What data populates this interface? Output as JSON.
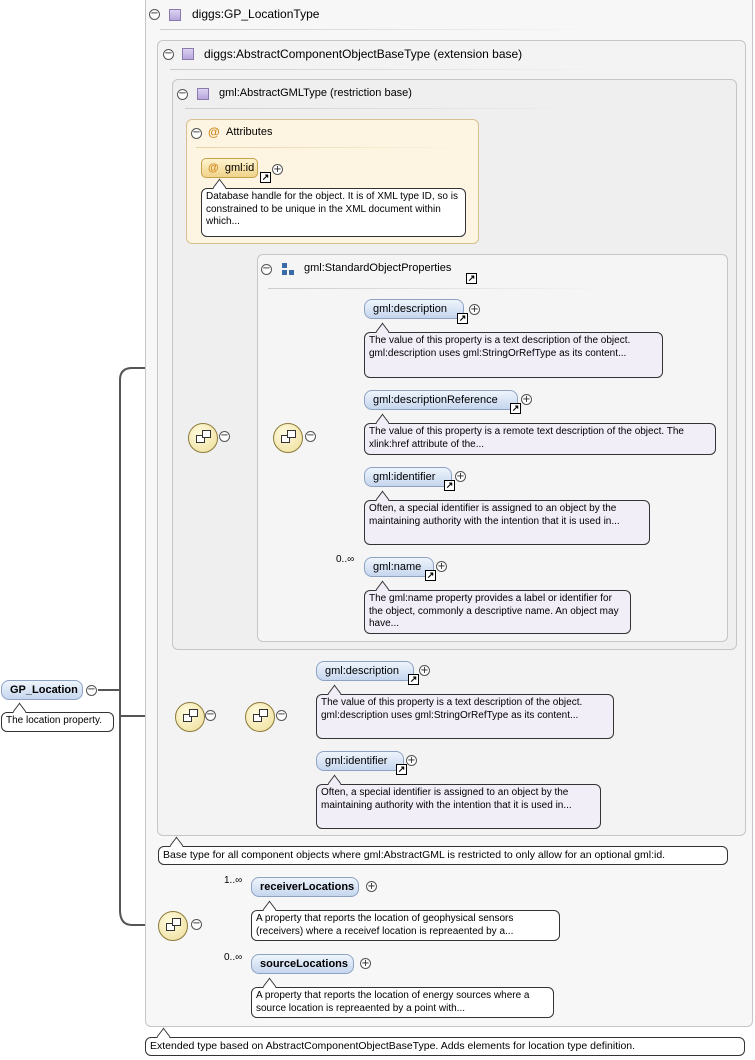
{
  "root": {
    "element": "GP_Location",
    "doc": "The location property."
  },
  "gp_type": {
    "title": "diggs:GP_LocationType",
    "doc": "Extended type based on AbstractComponentObjectBaseType. Adds elements for location type definition."
  },
  "component_base": {
    "title": "diggs:AbstractComponentObjectBaseType (extension base)",
    "doc": "Base type for all component objects where gml:AbstractGML is restricted to only allow for an optional gml:id."
  },
  "gml_type": {
    "title": "gml:AbstractGMLType (restriction base)"
  },
  "attributes": {
    "title": "Attributes",
    "at_symbol": "@",
    "id_name": "gml:id",
    "id_doc": "Database handle for the object. It is of XML type ID, so is constrained to be unique in the XML document within which..."
  },
  "std_props": {
    "title": "gml:StandardObjectProperties",
    "items": [
      {
        "name": "gml:description",
        "doc": "The value of this property is a text description of the object. gml:description uses gml:StringOrRefType as its content...",
        "occurs": ""
      },
      {
        "name": "gml:descriptionReference",
        "doc": "The value of this property is a remote text description of the object. The xlink:href attribute of the...",
        "occurs": ""
      },
      {
        "name": "gml:identifier",
        "doc": "Often, a special identifier is assigned to an object by the maintaining authority with the intention that it is used in...",
        "occurs": ""
      },
      {
        "name": "gml:name",
        "doc": "The gml:name property provides a label or identifier for the object, commonly a descriptive name. An object may have...",
        "occurs": "0..∞"
      }
    ]
  },
  "base_seq": {
    "items": [
      {
        "name": "gml:description",
        "doc": "The value of this property is a text description of the object. gml:description uses gml:StringOrRefType as its content..."
      },
      {
        "name": "gml:identifier",
        "doc": "Often, a special identifier is assigned to an object by the maintaining authority with the intention that it is used in..."
      }
    ]
  },
  "ext_seq": {
    "items": [
      {
        "name": "receiverLocations",
        "occurs": "1..∞",
        "doc": "A property that reports the location of geophysical sensors (receivers) where a receivef location is repreaented by a..."
      },
      {
        "name": "sourceLocations",
        "occurs": "0..∞",
        "doc": "A property that reports the location of energy sources where a source location is repreaented by a point with..."
      }
    ]
  },
  "symbols": {
    "collapse": "−",
    "expand": "+",
    "ref_arrow": "↗"
  },
  "colors": {
    "element_fill": "#c6d6ee",
    "attribute_fill": "#f0d389",
    "compositor_fill": "#eedd96",
    "type_icon": "#b6a6dc"
  }
}
